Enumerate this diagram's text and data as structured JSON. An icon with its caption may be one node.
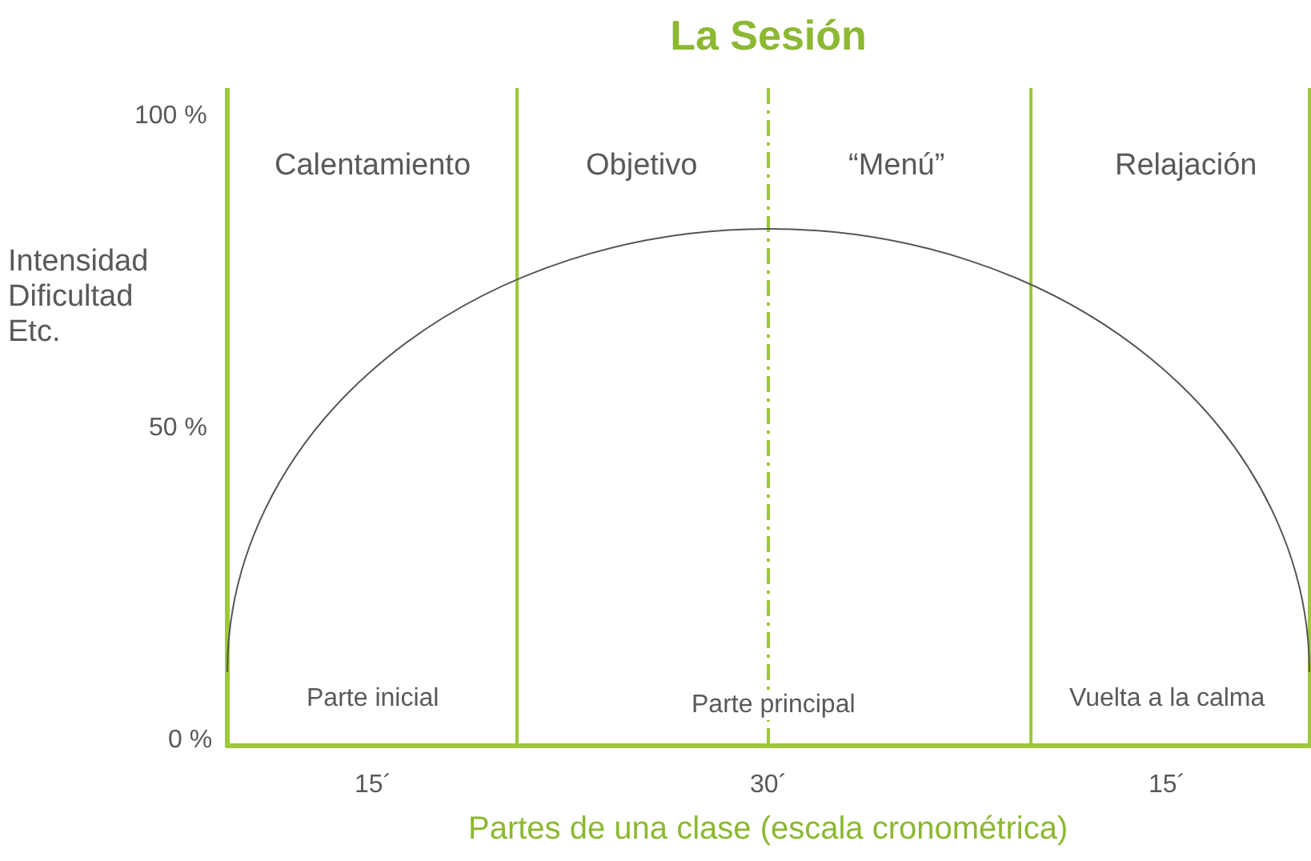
{
  "diagram": {
    "title": "La Sesión",
    "labels": [
      "100 %",
      "Calentamiento",
      "Objetivo",
      "“Menú”",
      "Relajación",
      "Intensidad Dificultad Etc.",
      "50 %",
      "Parte inicial",
      "Parte principal",
      "Vuelta a la calma",
      "0 %",
      "15´",
      "30´",
      "15´",
      "Partes de una clase (escala cronométrica)"
    ]
  }
}
